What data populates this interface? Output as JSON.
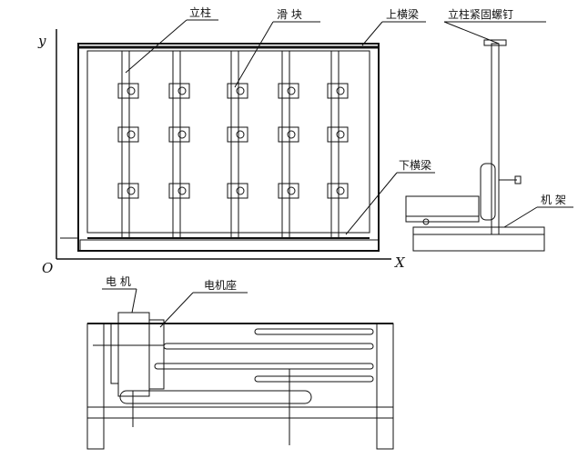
{
  "labels": {
    "column": "立柱",
    "slider": "滑 块",
    "upper_beam": "上横梁",
    "column_bolt": "立柱紧固螺钉",
    "lower_beam": "下横梁",
    "frame": "机 架",
    "motor": "电 机",
    "motor_base": "电机座"
  },
  "axes": {
    "y": "y",
    "origin": "O",
    "x": "X"
  }
}
